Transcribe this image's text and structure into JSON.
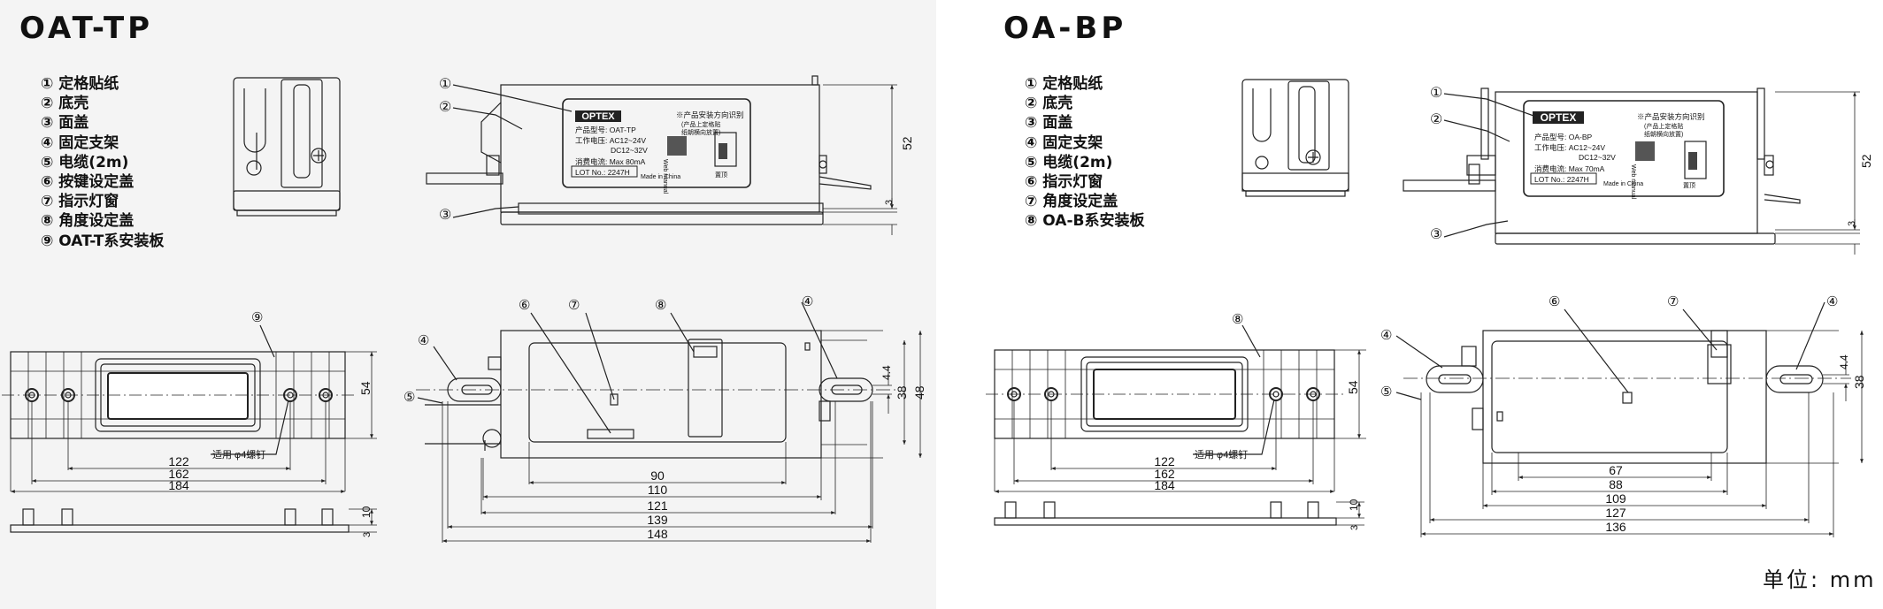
{
  "left": {
    "title": "OAT-TP",
    "legend": [
      "① 定格贴纸",
      "② 底壳",
      "③ 面盖",
      "④ 固定支架",
      "⑤ 电缆(2m)",
      "⑥ 按键设定盖",
      "⑦ 指示灯窗",
      "⑧ 角度设定盖",
      "⑨ OAT-T系安装板"
    ],
    "label": {
      "brand": "OPTEX",
      "note": "※产品安装方向识别",
      "note2": "(产品上定格贴",
      "note3": "纸朝横向放置)",
      "model": "产品型号: OAT-TP",
      "voltage": "工作电压: AC12~24V",
      "voltage2": "DC12~32V",
      "current": "消费电流: Max 80mA",
      "lot": "LOT No.: 2247H",
      "made": "Made in China",
      "web": "Web manual",
      "up": "▲",
      "mark": "置顶"
    },
    "dims": {
      "h52": "52",
      "h3": "3",
      "d122": "122",
      "d162": "162",
      "d184": "184",
      "d54": "54",
      "d10": "10",
      "d3b": "3",
      "d90": "90",
      "d110": "110",
      "d121": "121",
      "d139": "139",
      "d148": "148",
      "d44": "4.4",
      "d38": "38",
      "d48": "48",
      "screw": "适用 φ4螺钉"
    },
    "callouts": {
      "c1": "①",
      "c2": "②",
      "c3": "③",
      "c4": "④",
      "c5": "⑤",
      "c6": "⑥",
      "c7": "⑦",
      "c8": "⑧",
      "c9": "⑨"
    }
  },
  "right": {
    "title": "OA-BP",
    "legend": [
      "① 定格贴纸",
      "② 底壳",
      "③ 面盖",
      "④ 固定支架",
      "⑤ 电缆(2m)",
      "⑥ 指示灯窗",
      "⑦ 角度设定盖",
      "⑧ OA-B系安装板"
    ],
    "label": {
      "brand": "OPTEX",
      "note": "※产品安装方向识别",
      "note2": "(产品上定格贴",
      "note3": "纸朝横向放置)",
      "model": "产品型号: OA-BP",
      "voltage": "工作电压: AC12~24V",
      "voltage2": "DC12~32V",
      "current": "消费电流: Max 70mA",
      "lot": "LOT No.: 2247H",
      "made": "Made in China",
      "web": "Web manual",
      "mark": "置顶"
    },
    "dims": {
      "h52": "52",
      "h3": "3",
      "d122": "122",
      "d162": "162",
      "d184": "184",
      "d54": "54",
      "d10": "10",
      "d3b": "3",
      "d67": "67",
      "d88": "88",
      "d109": "109",
      "d127": "127",
      "d136": "136",
      "d44": "4.4",
      "d38": "38",
      "screw": "适用 φ4螺钉"
    },
    "callouts": {
      "c1": "①",
      "c2": "②",
      "c3": "③",
      "c4": "④",
      "c5": "⑤",
      "c6": "⑥",
      "c7": "⑦",
      "c8": "⑧"
    }
  },
  "unit": "单位: mm"
}
